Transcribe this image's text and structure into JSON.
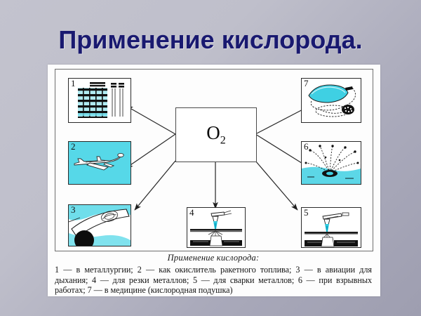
{
  "slide": {
    "title": "Применение кислорода.",
    "title_color": "#191970",
    "background_colors": [
      "#c3c3ce",
      "#a9a9ba"
    ]
  },
  "diagram": {
    "center_label": "O",
    "center_subscript": "2",
    "panels": [
      {
        "number": "1",
        "name": "metallurgy-furnace",
        "alt": "Доменная печь / металлургический завод"
      },
      {
        "number": "2",
        "name": "airplane",
        "alt": "Самолёт"
      },
      {
        "number": "3",
        "name": "rocket",
        "alt": "Ракета в полёте"
      },
      {
        "number": "4",
        "name": "metal-cutting",
        "alt": "Резка металла"
      },
      {
        "number": "5",
        "name": "metal-welding",
        "alt": "Сварка металла"
      },
      {
        "number": "6",
        "name": "blasting-works",
        "alt": "Взрывные работы"
      },
      {
        "number": "7",
        "name": "oxygen-pillow",
        "alt": "Кислородная подушка"
      }
    ]
  },
  "caption": {
    "heading": "Применение кислорода:",
    "lines": [
      "1 — в металлургии; 2 — как окислитель ракетного топлива; 3 — в авиации для дыхания; 4 — для резки металлов; 5 — для сварки металлов; 6 — при взрывных работах; 7 — в медицине (кислородная подушка)"
    ],
    "items": [
      {
        "num": "1",
        "text": "в металлургии"
      },
      {
        "num": "2",
        "text": "как окислитель ракетного топлива"
      },
      {
        "num": "3",
        "text": "в авиации для дыхания"
      },
      {
        "num": "4",
        "text": "для резки металлов"
      },
      {
        "num": "5",
        "text": "для сварки металлов"
      },
      {
        "num": "6",
        "text": "при взрывных работах"
      },
      {
        "num": "7",
        "text": "в медицине (кислородная подушка)"
      }
    ]
  }
}
